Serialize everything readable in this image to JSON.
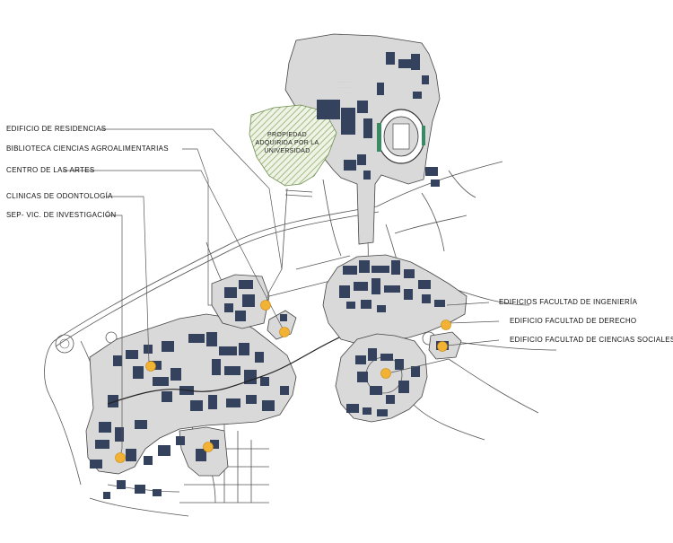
{
  "map": {
    "callouts_left": [
      "EDIFICIO DE RESIDENCIAS",
      "BIBLIOTECA CIENCIAS AGROALIMENTARIAS",
      "CENTRO DE LAS ARTES",
      "CLINICAS DE ODONTOLOGÍA",
      "SEP- VIC. DE INVESTIGACIÓN"
    ],
    "callouts_right": [
      "EDIFICIOS FACULTAD DE INGENIERÍA",
      "EDIFICIO FACULTAD DE DERECHO",
      "EDIFICIO FACULTAD DE CIENCIAS SOCIALES"
    ],
    "property_label_lines": [
      "PROPIEDAD",
      "ADQUIRIDA POR LA",
      "UNIVERSIDAD"
    ],
    "colors": {
      "campus_fill": "#d9d9d9",
      "building": "#34425e",
      "marker": "#f2b233",
      "property_hatch": "#8fae6a",
      "stadium_seats": "#3a8a63",
      "road": "#555555"
    }
  }
}
